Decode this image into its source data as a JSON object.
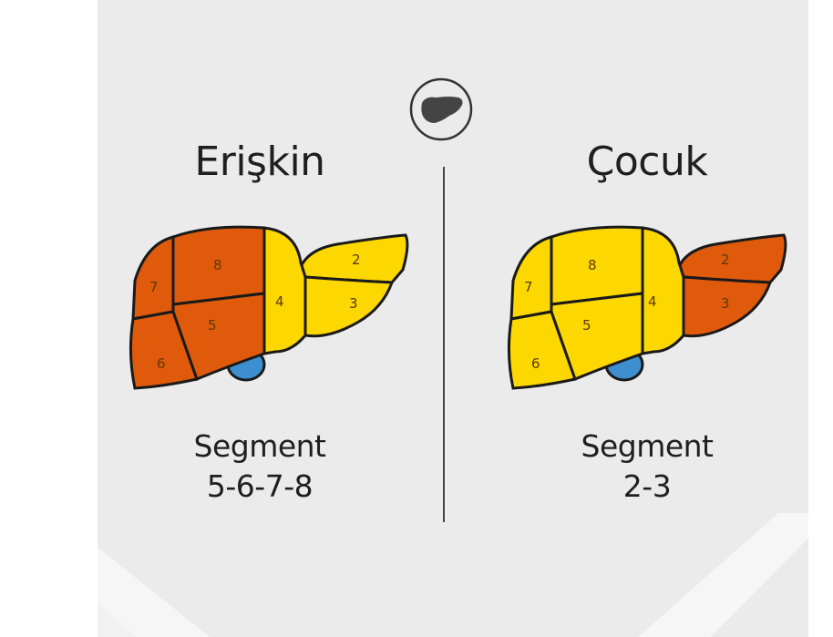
{
  "left": {
    "title": "Erişkin",
    "caption_line1": "Segment",
    "caption_line2": "5-6-7-8",
    "segments": [
      "2",
      "3",
      "4",
      "5",
      "6",
      "7",
      "8"
    ]
  },
  "right": {
    "title": "Çocuk",
    "caption_line1": "Segment",
    "caption_line2": "2-3",
    "segments": [
      "2",
      "3",
      "4",
      "5",
      "6",
      "7",
      "8"
    ]
  },
  "colors": {
    "selected": "#e05a0c",
    "unselected": "#fcd800",
    "gallbladder": "#3d8fd0",
    "outline": "#1a1a1a",
    "background": "#ebebec"
  },
  "icons": {
    "logo": "liver-icon"
  }
}
